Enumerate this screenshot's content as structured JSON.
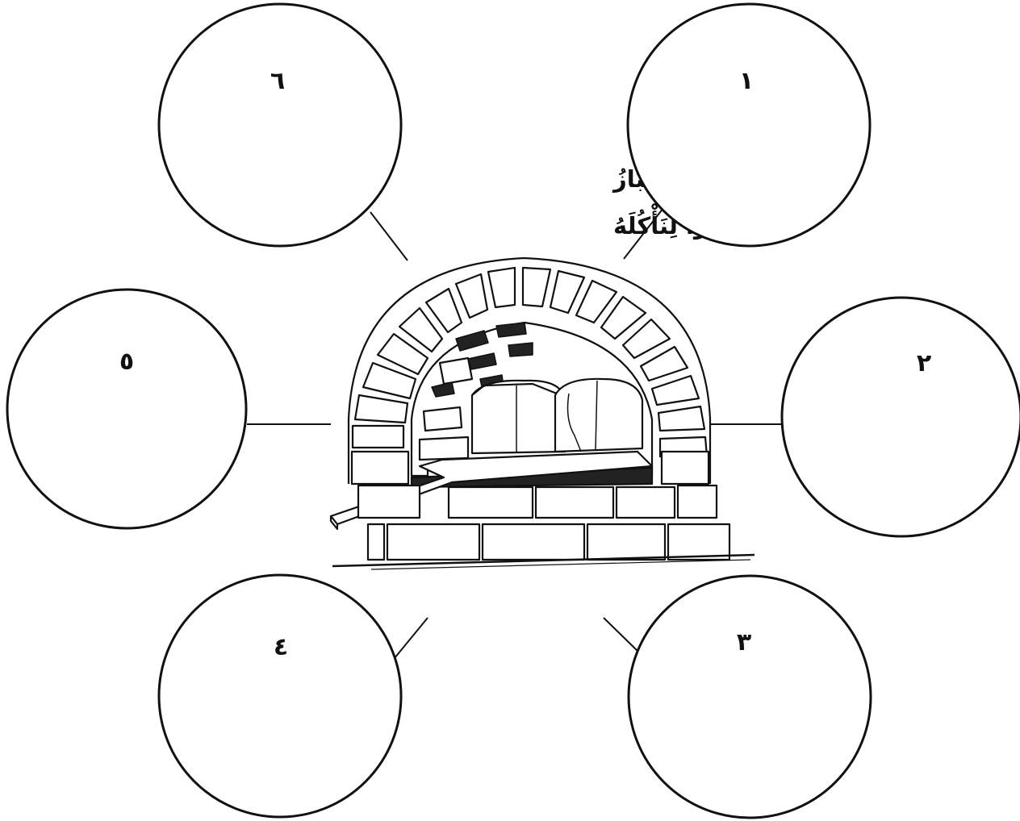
{
  "title": {
    "line1": "كَيْفَ يُعِدُّ لنا الخَبَّازُ",
    "line2": "خُبْزًا لِنَأْكُلَهُ"
  },
  "circles": [
    {
      "number": "١"
    },
    {
      "number": "٢"
    },
    {
      "number": "٣"
    },
    {
      "number": "٤"
    },
    {
      "number": "٥"
    },
    {
      "number": "٦"
    }
  ],
  "illustration": {
    "name": "bread-oven-illustration"
  },
  "colors": {
    "ink": "#111111",
    "background": "#ffffff",
    "mortar": "#222222"
  }
}
